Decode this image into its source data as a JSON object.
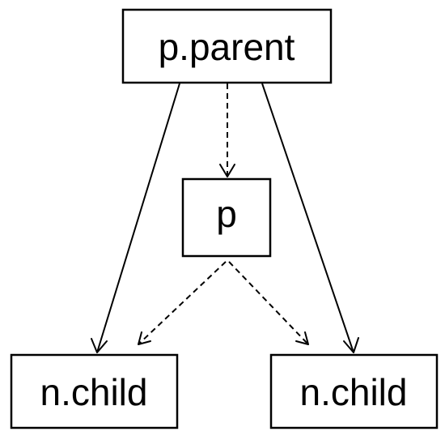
{
  "diagram": {
    "nodes": {
      "parent": {
        "label": "p.parent"
      },
      "p": {
        "label": "p"
      },
      "child_left": {
        "label": "n.child"
      },
      "child_right": {
        "label": "n.child"
      }
    },
    "edges": [
      {
        "from": "parent",
        "to": "p",
        "style": "dashed"
      },
      {
        "from": "parent",
        "to": "child_left",
        "style": "solid"
      },
      {
        "from": "parent",
        "to": "child_right",
        "style": "solid"
      },
      {
        "from": "p",
        "to": "child_left",
        "style": "dashed"
      },
      {
        "from": "p",
        "to": "child_right",
        "style": "dashed"
      }
    ],
    "colors": {
      "stroke": "#000000",
      "background": "#ffffff"
    }
  }
}
